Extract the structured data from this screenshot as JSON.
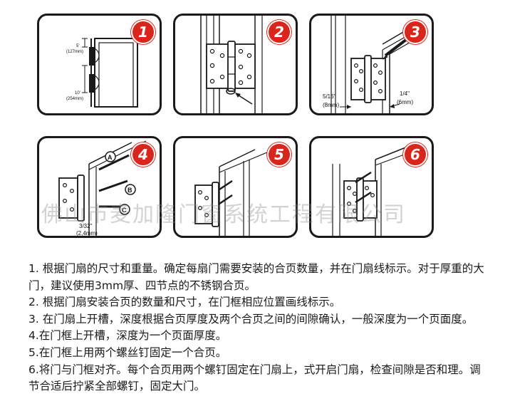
{
  "steps": [
    {
      "number": "1",
      "dims": {
        "top_in": "5'",
        "top_mm": "(127mm)",
        "mid_in": "10'",
        "mid_mm": "(254mm)"
      }
    },
    {
      "number": "2"
    },
    {
      "number": "3",
      "dims": {
        "left_in": "5/16\"",
        "left_mm": "(8mm)",
        "right_in": "1/4\"",
        "right_mm": "(6mm)"
      }
    },
    {
      "number": "4",
      "dims": {
        "a": "A",
        "b": "B",
        "c": "C",
        "gap_in": "3/32\"",
        "gap_mm": "(2,4mm)"
      }
    },
    {
      "number": "5"
    },
    {
      "number": "6"
    }
  ],
  "watermark": "佛山市麦加隆门窗系统工程有限公司",
  "instructions": [
    "1. 根据门扇的尺寸和重量。确定每扇门需要安装的合页数量，并在门扇线标示。对于厚重的大门，建议使用3mm厚、四节点的不锈钢合页。",
    "2. 根据门扇安装合页的数量和尺寸，在门框相应位置画线标示。",
    "3. 在门扇上开槽，深度根据合页厚度及两个合页之间的间隙确认，一般深度为一个页面度。",
    "4.在门框上开槽，深度为一个页面厚度。",
    "5.在门框上用两个螺丝钉固定一个合页。",
    "6.将门与门框对齐。每个合页用两个螺钉固定在门扇上，式开启门扇，检查间隙是否和理。调节合适后拧紧全部螺钉，固定大门。"
  ],
  "colors": {
    "badge": "#d9261c",
    "line": "#1a1a1a"
  }
}
